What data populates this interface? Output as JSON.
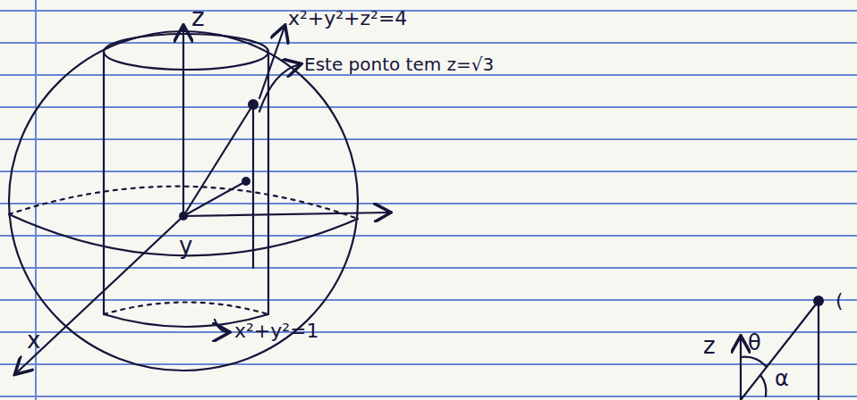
{
  "diagram": {
    "labels": [
      "z",
      "x²+y²+z²=4",
      "Este ponto tem z=√3",
      "y",
      "x",
      "x²+y²=1",
      "z",
      "θ",
      "α",
      "("
    ]
  }
}
